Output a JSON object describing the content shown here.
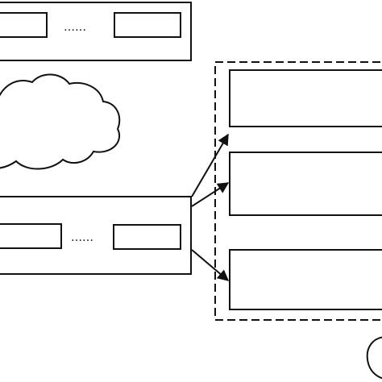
{
  "diagram": {
    "colors": {
      "line": "#111111",
      "background": "#ffffff"
    },
    "top_container": {
      "ellipsis": "……"
    },
    "bottom_container": {
      "ellipsis": "……"
    },
    "dashed_group": {
      "boxes": 3
    },
    "arrows": 3,
    "shapes": [
      "cloud",
      "partial-ellipse"
    ]
  }
}
